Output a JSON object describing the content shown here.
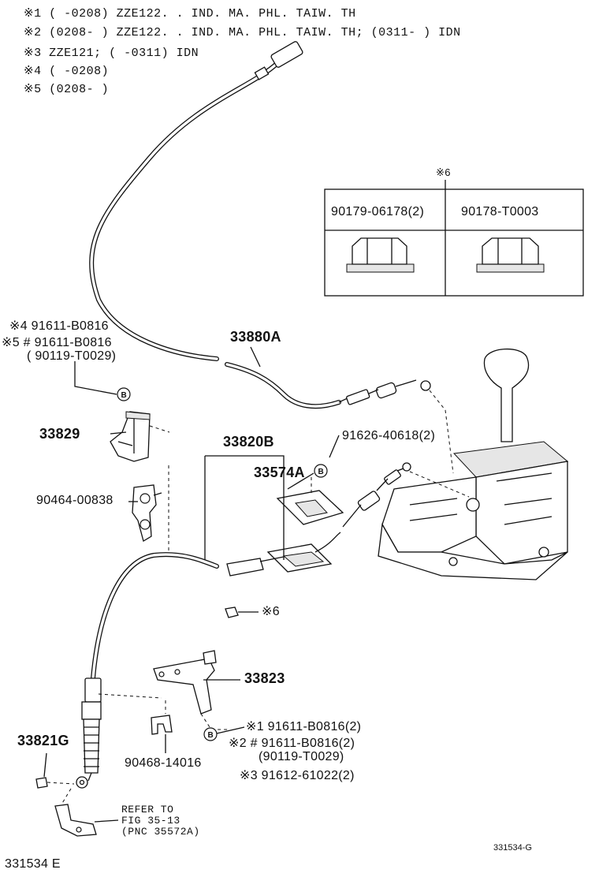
{
  "notes": [
    "※1 (    -0208) ZZE122. . IND. MA. PHL. TAIW. TH",
    "※2 (0208-     ) ZZE122. . IND. MA. PHL. TAIW. TH; (0311-      ) IDN",
    "※3 ZZE121; (     -0311) IDN",
    "※4 (     -0208)",
    "※5 (0208-     )"
  ],
  "nut_table": {
    "marker": "※6",
    "columns": [
      "90179-06178(2)",
      "90178-T0003"
    ],
    "icons": [
      "flange-nut-icon",
      "flange-nut-icon"
    ]
  },
  "labels": {
    "bolt_group_a": [
      "※4 91611-B0816",
      "※5 # 91611-B0816",
      "( 90119-T0029)"
    ],
    "b_marker": "B",
    "cable_a": "33880A",
    "cable_b": "33820B",
    "bracket_33829": "33829",
    "retainer_33574a": "33574A",
    "bolt_91626": "91626-40618(2)",
    "clip_90464": "90464-00838",
    "nut_ref": "※6",
    "bracket_33823": "33823",
    "bolt_group_b": [
      "※1 91611-B0816(2)",
      "※2 # 91611-B0816(2)",
      "(90119-T0029)",
      "※3 91612-61022(2)"
    ],
    "part_33821g": "33821G",
    "clip_90468": "90468-14016",
    "refer": [
      "REFER TO",
      "FIG 35-13",
      "(PNC 35572A)"
    ],
    "code_right": "331534-G",
    "code_left": "331534 E"
  },
  "colors": {
    "ink": "#111111",
    "paper": "#ffffff"
  }
}
